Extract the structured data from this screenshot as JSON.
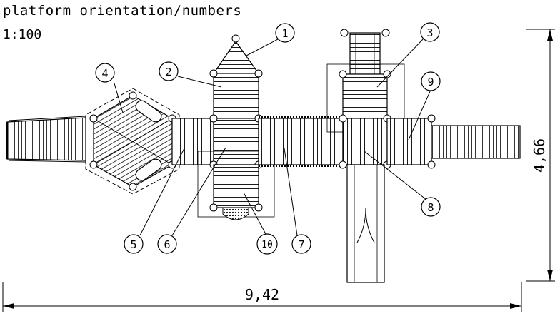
{
  "drawing": {
    "title": "platform orientation/numbers",
    "scale": "1:100",
    "width_dimension": "9,42",
    "height_dimension": "4,66"
  },
  "callouts": [
    {
      "number": "1",
      "label_text": "1"
    },
    {
      "number": "2",
      "label_text": "2"
    },
    {
      "number": "3",
      "label_text": "3"
    },
    {
      "number": "4",
      "label_text": "4"
    },
    {
      "number": "5",
      "label_text": "5"
    },
    {
      "number": "6",
      "label_text": "6"
    },
    {
      "number": "7",
      "label_text": "7"
    },
    {
      "number": "8",
      "label_text": "8"
    },
    {
      "number": "9",
      "label_text": "9"
    },
    {
      "number": "10",
      "label_text": "10"
    }
  ]
}
